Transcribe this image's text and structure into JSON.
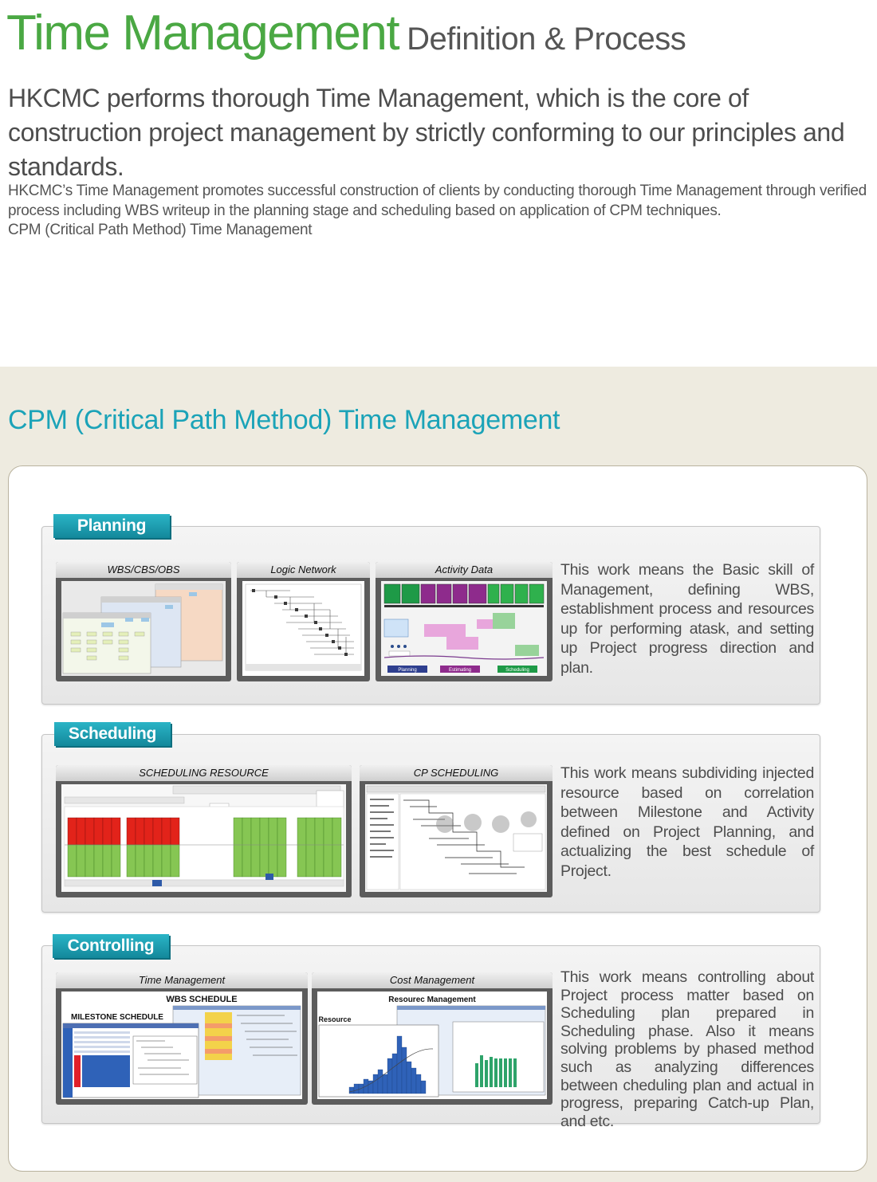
{
  "header": {
    "title_main": "Time Management",
    "title_sub": "Definition & Process"
  },
  "lead": "HKCMC performs thorough Time Management, which is the core of construction project management by strictly conforming to our principles and standards.",
  "body": {
    "line1": "HKCMC’s Time Management promotes successful construction of clients by conducting thorough Time Management through verified process including WBS writeup in the planning stage and scheduling based on application of CPM techniques.",
    "line2": "CPM (Critical Path Method) Time Management"
  },
  "section_title": "CPM (Critical Path Method) Time Management",
  "phases": {
    "planning": {
      "label": "Planning",
      "thumbs": [
        "WBS/CBS/OBS",
        "Logic Network",
        "Activity Data"
      ],
      "activity_footer": [
        "Planning",
        "Estimating",
        "Scheduling"
      ],
      "description": "This work means the Basic skill of Management, defining WBS, establishment process and resources up for performing atask, and setting up Project progress direction and plan."
    },
    "scheduling": {
      "label": "Scheduling",
      "thumbs": [
        "SCHEDULING RESOURCE",
        "CP SCHEDULING"
      ],
      "description": "This work means subdividing injected resource based on correlation between Milestone and Activity defined on Project Planning, and actualizing the best schedule of Project."
    },
    "controlling": {
      "label": "Controlling",
      "thumbs": [
        "Time Management",
        "Cost Management"
      ],
      "time_labels": [
        "WBS SCHEDULE",
        "MILESTONE SCHEDULE"
      ],
      "cost_labels": [
        "Resourec Management",
        "Resource"
      ],
      "description": "This work means controlling about Project process matter based on Scheduling plan prepared in Scheduling phase. Also it means solving problems by phased method such as analyzing differences between cheduling plan and actual in progress, preparing Catch-up Plan, and etc."
    }
  },
  "colors": {
    "title_green": "#4aa843",
    "section_teal": "#1ba3b8",
    "tag_teal": "#13889b",
    "bottom_bg": "#eeebe0"
  }
}
